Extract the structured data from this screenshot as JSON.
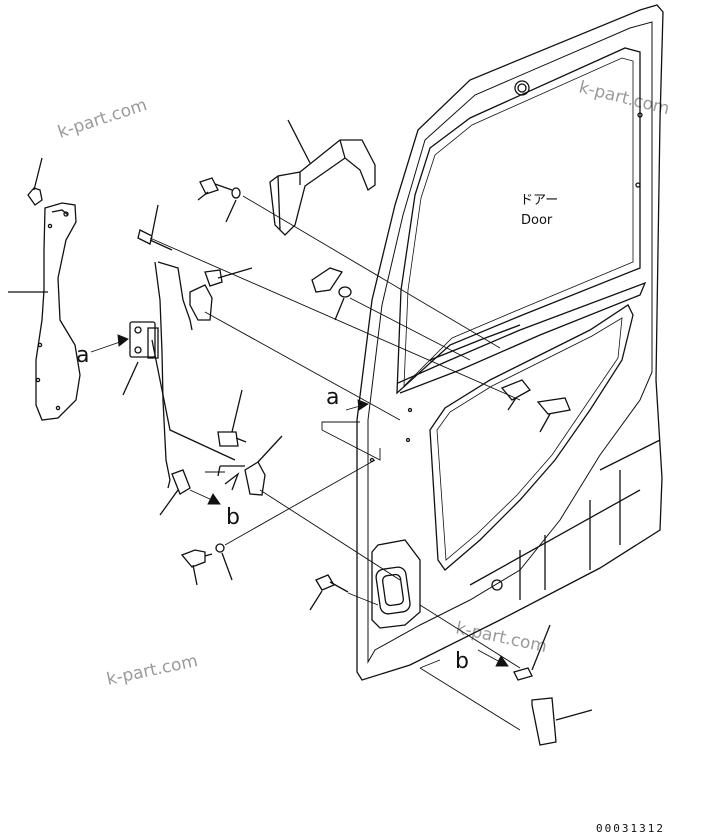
{
  "watermarks": [
    "k-part.com",
    "k-part.com",
    "k-part.com",
    "k-part.com"
  ],
  "door_label": {
    "jp": "ドアー",
    "en": "Door"
  },
  "callouts": {
    "a1": "a",
    "a2": "a",
    "b1": "b",
    "b2": "b"
  },
  "drawing_number": "00031312"
}
